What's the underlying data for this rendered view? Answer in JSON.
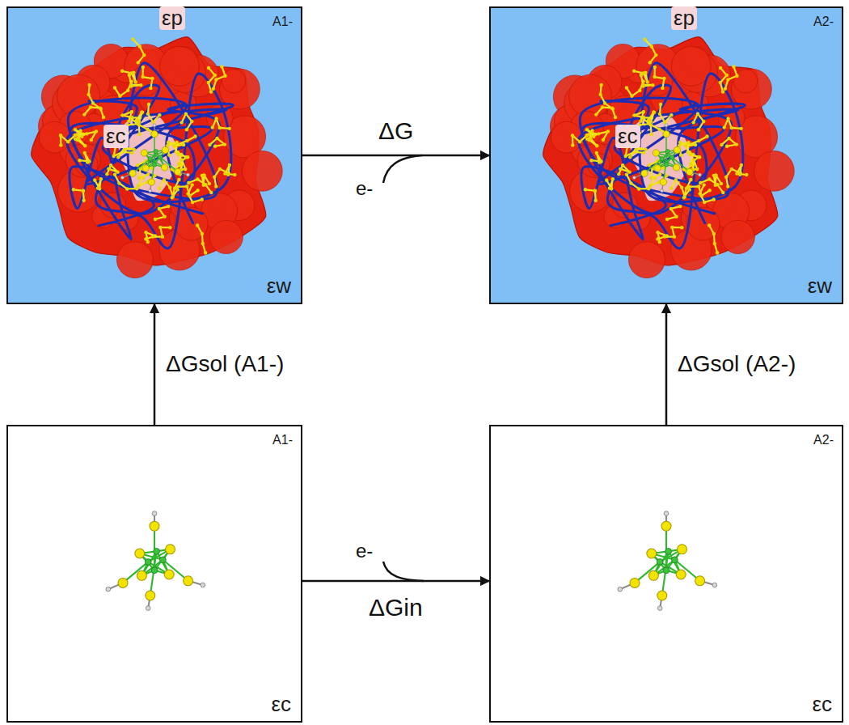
{
  "diagram": {
    "nodes": [
      {
        "text": [
          "A1-",
          "εp",
          "εc",
          "εw"
        ]
      },
      {
        "text": [
          "A2-",
          "εp",
          "εc",
          "εw"
        ]
      },
      {
        "text": [
          "A1-",
          "εc"
        ]
      },
      {
        "text": [
          "A2-",
          "εc"
        ]
      }
    ],
    "edges": [
      {
        "from": 0,
        "to": 1,
        "arrow": "to",
        "label": "ΔG"
      },
      {
        "from": 2,
        "to": 0,
        "arrow": "to",
        "label": "ΔGsol (A1-)"
      },
      {
        "from": 3,
        "to": 1,
        "arrow": "to",
        "label": "ΔGsol (A2-)"
      },
      {
        "from": 2,
        "to": 3,
        "arrow": "to",
        "label": "ΔGin"
      }
    ],
    "labels": [
      "e-",
      "e-"
    ]
  }
}
